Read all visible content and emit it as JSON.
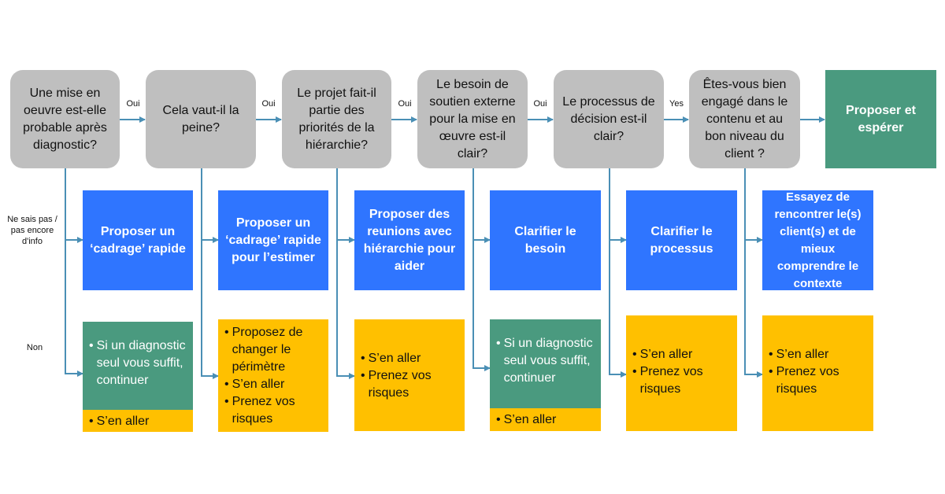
{
  "colors": {
    "question_box": "#bfbfbf",
    "final_box": "#4a9a7f",
    "blue_box": "#2f75ff",
    "green_box": "#4a9a7f",
    "yellow_box": "#ffc000",
    "connector": "#4a8fb5"
  },
  "questions": [
    "Une mise en oeuvre est-elle probable après diagnostic?",
    "Cela vaut-il la peine?",
    "Le projet fait-il partie des priorités de la hiérarchie?",
    "Le besoin de soutien externe pour la mise en œuvre est-il clair?",
    "Le processus de décision est-il clair?",
    "Êtes-vous bien engagé dans le contenu et au bon niveau du client ?"
  ],
  "final": "Proposer et espérer",
  "edge_labels": [
    "Oui",
    "Oui",
    "Oui",
    "Oui",
    "Yes"
  ],
  "row_labels": {
    "unknown": "Ne sais pas / pas encore d'info",
    "no": "Non"
  },
  "actions": [
    "Proposer un ‘cadrage’ rapide",
    "Proposer un ‘cadrage’ rapide pour l’estimer",
    "Proposer des reunions avec hiérarchie pour aider",
    "Clarifier le besoin",
    "Clarifier le processus",
    "Essayez de rencontrer le(s) client(s) et de mieux comprendre le contexte"
  ],
  "outcomes": {
    "col1": {
      "green": "Si un diagnostic seul vous suffit, continuer",
      "yellow": "S’en aller"
    },
    "col2": [
      "Proposez de changer le périmètre",
      "S’en aller",
      "Prenez vos risques"
    ],
    "col3": [
      "S’en aller",
      "Prenez vos risques"
    ],
    "col4": {
      "green": "Si un diagnostic seul vous suffit, continuer",
      "yellow": "S’en aller"
    },
    "col5": [
      "S’en aller",
      "Prenez vos risques"
    ],
    "col6": [
      "S’en aller",
      "Prenez vos risques"
    ]
  },
  "bullet": "•"
}
